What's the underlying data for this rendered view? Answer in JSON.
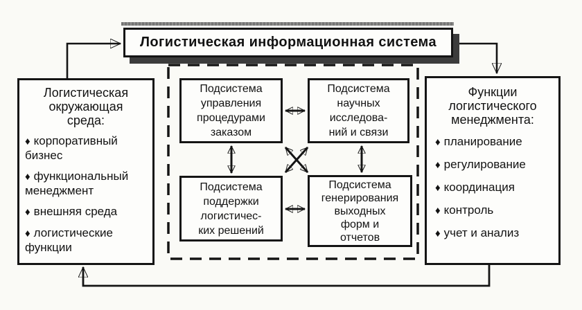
{
  "diagram": {
    "title": "Логистическая информационная система",
    "bullet_char": "♦",
    "left_box": {
      "title": "Логистическая\nокружающая\nсреда:",
      "items": [
        "корпоративный бизнес",
        "функциональный менеджмент",
        "внешняя среда",
        "логистические функции"
      ]
    },
    "right_box": {
      "title": "Функции\nлогистического\nменеджмента:",
      "items": [
        "планирование",
        "регулирование",
        "координация",
        "контроль",
        "учет и анализ"
      ]
    },
    "subsystems": {
      "order_management": "Подсистема\nуправления\nпроцедурами\nзаказом",
      "research_comm": "Подсистема\nнаучных\nисследова-\nний и связи",
      "decision_support": "Подсистема\nподдержки\nлогистичес-\nких решений",
      "output_generation": "Подсистема\nгенерирования\nвыходных\nформ и\nотчетов"
    },
    "colors": {
      "ink": "#141414",
      "paper": "#fafaf6",
      "shadow": "#3c3c3c"
    }
  }
}
